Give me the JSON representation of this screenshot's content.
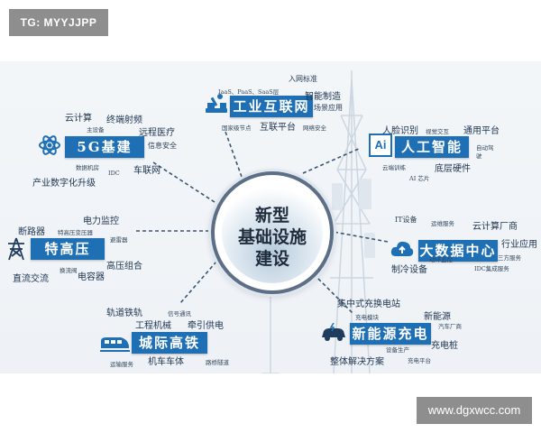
{
  "watermark_top": "TG: MYYJJPP",
  "watermark_bottom": "www.dgxwcc.com",
  "center": {
    "line1": "新型",
    "line2": "基础设施",
    "line3": "建设"
  },
  "categories": {
    "g5": "5G基建",
    "industrial": "工业互联网",
    "ai": "人工智能",
    "uhv": "特高压",
    "bigdata": "大数据中心",
    "rail": "城际高铁",
    "ev": "新能源充电"
  },
  "icon_labels": {
    "ai_icon": "Ai"
  },
  "keywords": {
    "industrial": {
      "iaas": "IaaS、PaaS、SaaS层",
      "access": "入网标准",
      "smart_mfg": "智能制造",
      "security_cn": "国家级节点",
      "platform": "互联平台",
      "scene": "场景应用",
      "netsec": "网络安全"
    },
    "g5": {
      "cloud": "云计算",
      "terminal": "终端射频",
      "device": "主设备",
      "telemed": "远程医疗",
      "infosec": "信息安全",
      "datacenter": "数据机房",
      "idc": "IDC",
      "iov": "车联网",
      "digital": "产业数字化升级"
    },
    "ai": {
      "face": "人脸识别",
      "vision": "视觉交互",
      "platform": "通用平台",
      "cloud_train": "云端训练",
      "autodrive": "自动驾驶",
      "chip": "AI 芯片",
      "hardware": "底层硬件"
    },
    "uhv": {
      "breaker": "断路器",
      "monitor": "电力监控",
      "transformer": "特高压变压器",
      "lightning": "避雷器",
      "combo": "高压组合",
      "converter": "换流阀",
      "dcac": "直流交流",
      "capacitor": "电容器"
    },
    "bigdata": {
      "it": "IT设备",
      "ops": "运维服务",
      "vendor": "云计算厂商",
      "app": "行业应用",
      "power": "动环监控",
      "cooling": "制冷设备",
      "thirdparty": "三方服务",
      "idc": "IDC集成服务"
    },
    "rail": {
      "track": "轨道铁轨",
      "signal": "信号通讯",
      "machinery": "工程机械",
      "traction": "牵引供电",
      "transport": "运输服务",
      "cars": "机车车体",
      "tunnel": "路桥隧道"
    },
    "ev": {
      "swap": "集中式充换电站",
      "module": "充电模块",
      "newsrc": "新能源",
      "automaker": "汽车厂商",
      "equipment": "设备生产",
      "pile": "充电桩",
      "platform": "充电平台",
      "solution": "整体解决方案"
    }
  }
}
